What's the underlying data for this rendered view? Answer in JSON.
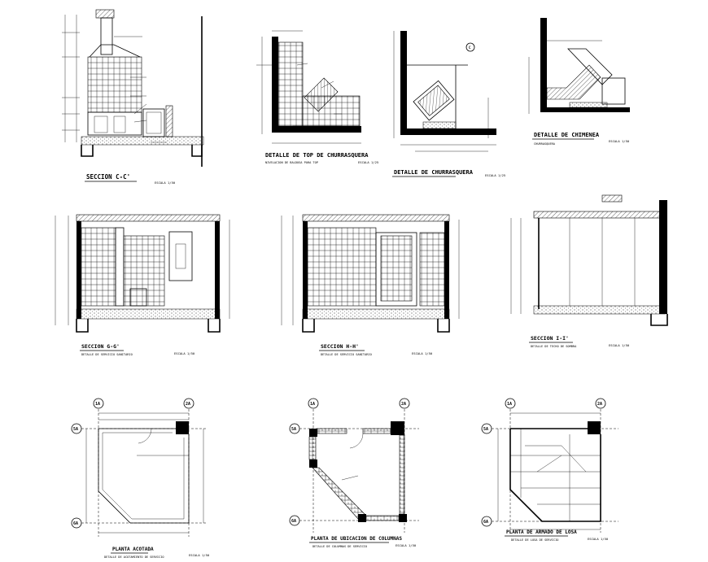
{
  "drawing": {
    "views": {
      "seccion_cc": {
        "title": "SECCION C-C'",
        "scale": "ESCALA 1/50"
      },
      "top_churrasquera": {
        "title": "DETALLE DE TOP DE CHURRASQUERA",
        "subtitle": "NIVELACION DE BALDOSA PARA TOP",
        "scale": "ESCALA 1/25"
      },
      "detalle_churrasquera": {
        "title": "DETALLE DE CHURRASQUERA",
        "scale": "ESCALA 1/25"
      },
      "detalle_chimenea": {
        "title": "DETALLE DE CHIMENEA",
        "subtitle": "CHURRASQUERA",
        "scale": "ESCALA 1/50"
      },
      "seccion_gg": {
        "title": "SECCION G-G'",
        "subtitle": "DETALLE DE SERVICIO SANITARIO",
        "scale": "ESCALA 1/50"
      },
      "seccion_hh": {
        "title": "SECCION H-H'",
        "subtitle": "DETALLE DE SERVICIO SANITARIO",
        "scale": "ESCALA 1/50"
      },
      "seccion_ii": {
        "title": "SECCION I-I'",
        "subtitle": "DETALLE DE TECHO DE SOMBRA",
        "scale": "ESCALA 1/50"
      },
      "planta_acotada": {
        "title": "PLANTA ACOTADA",
        "subtitle": "DETALLE DE ACOTAMIENTO DE SERVICIO",
        "scale": "ESCALA 1/50"
      },
      "planta_columnas": {
        "title": "PLANTA DE UBICACION DE COLUMNAS",
        "subtitle": "DETALLE DE COLUMNAS DE SERVICIO",
        "scale": "ESCALA 1/50"
      },
      "planta_losa": {
        "title": "PLANTA DE ARMADO DE LOSA",
        "subtitle": "DETALLE DE LOSA DE SERVICIO",
        "scale": "ESCALA 1/50"
      }
    },
    "grid_labels": {
      "a": "1A",
      "b": "2A",
      "c": "5A",
      "d": "6A",
      "e": "C"
    }
  },
  "colors": {
    "ink": "#000000",
    "paper": "#ffffff"
  }
}
